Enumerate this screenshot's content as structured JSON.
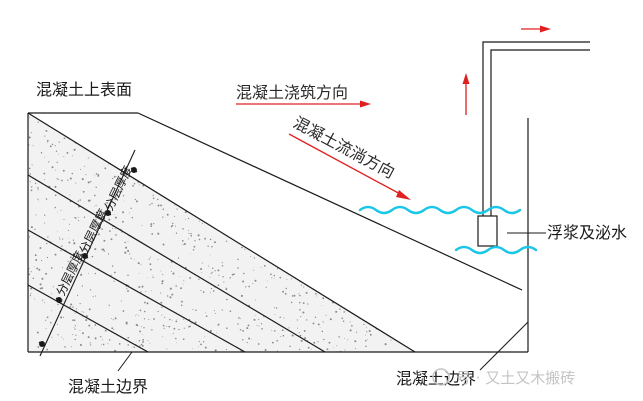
{
  "labels": {
    "top_surface": "混凝土上表面",
    "pour_direction": "混凝土浇筑方向",
    "flow_direction": "混凝土流淌方向",
    "slurry_water": "浮浆及泌水",
    "boundary_left": "混凝土边界",
    "boundary_right": "混凝土边界",
    "layer_thickness_1": "分层厚度",
    "layer_thickness_2": "分层厚度",
    "layer_thickness_3": "分层厚度"
  },
  "watermark": {
    "text": "号 · 又土又木搬砖"
  },
  "colors": {
    "line": "#1a1a1a",
    "arrow": "#e02020",
    "water": "#19c6e6",
    "dots": "#8a8a8a"
  }
}
